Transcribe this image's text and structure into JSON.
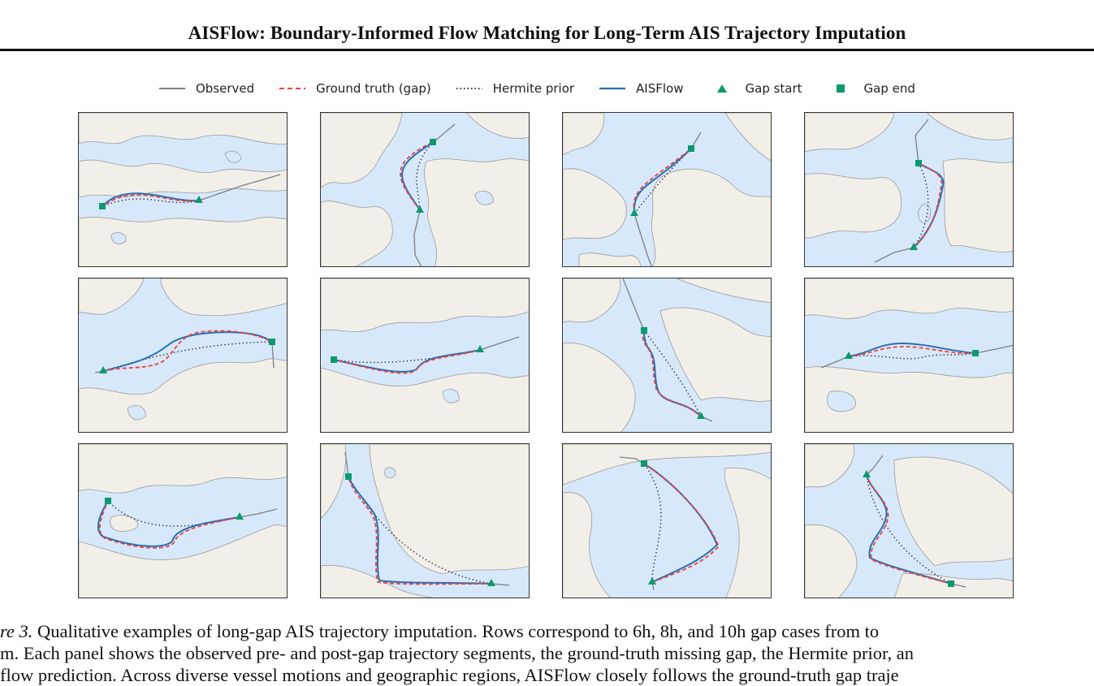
{
  "paper": {
    "running_title": "AISFlow: Boundary-Informed Flow Matching for Long-Term AIS Trajectory Imputation"
  },
  "figure": {
    "legend": [
      {
        "label": "Observed",
        "symbol": "solid-gray-line",
        "color": "#808080"
      },
      {
        "label": "Ground truth (gap)",
        "symbol": "dashed-red-line",
        "color": "#e8443f"
      },
      {
        "label": "Hermite prior",
        "symbol": "dotted-dark-line",
        "color": "#333333"
      },
      {
        "label": "AISFlow",
        "symbol": "solid-blue-line",
        "color": "#2a6fb0"
      },
      {
        "label": "Gap start",
        "symbol": "green-triangle",
        "color": "#0a9a6e"
      },
      {
        "label": "Gap end",
        "symbol": "green-square",
        "color": "#0a9a6e"
      }
    ],
    "colors": {
      "land": "#f2efe9",
      "water": "#d7e8fb",
      "coast": "#9a9a9a"
    },
    "rows": [
      {
        "gap": "6h"
      },
      {
        "gap": "8h"
      },
      {
        "gap": "10h"
      }
    ],
    "panel_count": 12
  },
  "caption": {
    "line1_label": "re 3.",
    "line1_text": "  Qualitative examples of long-gap AIS trajectory imputation.  Rows correspond to 6h, 8h, and 10h gap cases from to",
    "line2": "m. Each panel shows the observed pre- and post-gap trajectory segments, the ground-truth missing gap, the Hermite prior, an",
    "line3": "flow prediction. Across diverse vessel motions and geographic regions, AISFlow closely follows the ground-truth gap traje"
  }
}
